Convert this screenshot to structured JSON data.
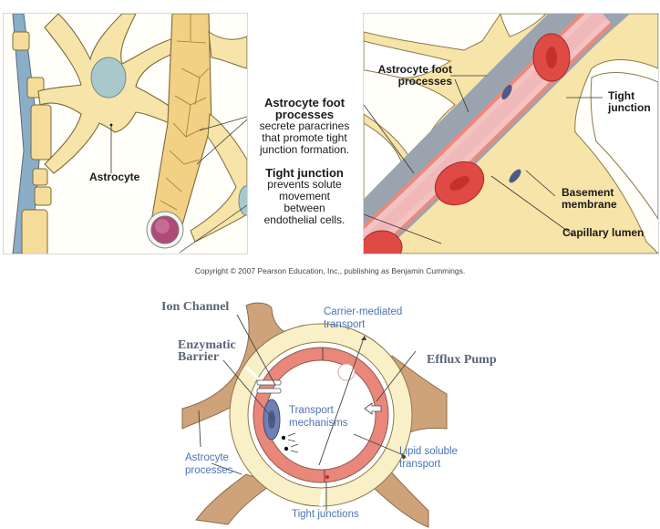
{
  "top_left_panel": {
    "labels": {
      "astrocyte": "Astrocyte"
    }
  },
  "middle_text": {
    "foot_processes_title": "Astrocyte foot processes",
    "foot_processes_title_line1": "Astrocyte foot",
    "foot_processes_title_line2": "processes",
    "foot_processes_desc_line1": "secrete paracrines",
    "foot_processes_desc_line2": "that promote tight",
    "foot_processes_desc_line3": "junction formation.",
    "tight_junction_title": "Tight junction",
    "tight_junction_desc_line1": "prevents solute",
    "tight_junction_desc_line2": "movement",
    "tight_junction_desc_line3": "between",
    "tight_junction_desc_line4": "endothelial cells."
  },
  "top_right_panel": {
    "labels": {
      "foot_processes_line1": "Astrocyte foot",
      "foot_processes_line2": "processes",
      "tight_junction_line1": "Tight",
      "tight_junction_line2": "junction",
      "basement_membrane_line1": "Basement",
      "basement_membrane_line2": "membrane",
      "capillary_lumen": "Capillary lumen"
    }
  },
  "copyright": "Copyright © 2007 Pearson Education, Inc., publishing as Benjamin Cummings.",
  "bottom_diagram": {
    "labels": {
      "ion_channel": "Ion Channel",
      "enzymatic_barrier_line1": "Enzymatic",
      "enzymatic_barrier_line2": "Barrier",
      "carrier_mediated_line1": "Carrier-mediated",
      "carrier_mediated_line2": "transport",
      "efflux_pump": "Efflux Pump",
      "transport_mechanisms_line1": "Transport",
      "transport_mechanisms_line2": "mechanisms",
      "lipid_soluble_line1": "Lipid soluble",
      "lipid_soluble_line2": "transport",
      "astrocyte_processes_line1": "Astrocyte",
      "astrocyte_processes_line2": "processes",
      "tight_junctions": "Tight junctions"
    }
  },
  "colors": {
    "astrocyte_fill": "#f7e4a8",
    "astrocyte_outline": "#7a6a3a",
    "vessel_wall": "#e88a7e",
    "lumen": "#f3c3c3",
    "rbc": "#e04a44",
    "nucleus": "#a9c8cc",
    "basement_membrane": "#9aa4b0",
    "bottom_astrocyte": "#cfa37a",
    "bottom_endfoot": "#faf0c8",
    "label_blue": "#4a74b4",
    "label_serif": "#5a6478"
  }
}
